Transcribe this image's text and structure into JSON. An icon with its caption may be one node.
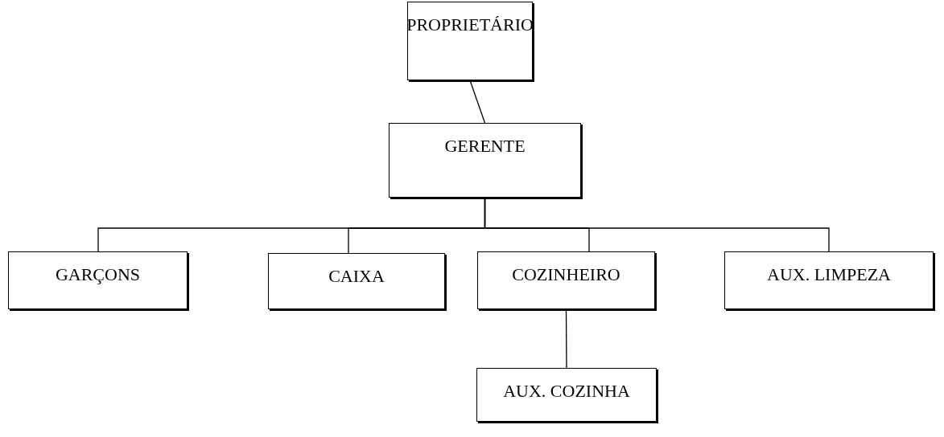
{
  "diagram": {
    "nodes": [
      {
        "text": [
          "PROPRIETÁRIO"
        ]
      },
      {
        "text": [
          "GERENTE"
        ]
      },
      {
        "text": [
          "GARÇONS"
        ]
      },
      {
        "text": [
          "CAIXA"
        ]
      },
      {
        "text": [
          "COZINHEIRO"
        ]
      },
      {
        "text": [
          "AUX. LIMPEZA"
        ]
      },
      {
        "text": [
          "AUX. COZINHA"
        ]
      }
    ],
    "edges": [
      {
        "from": 0,
        "to": 1,
        "arrow": "none"
      },
      {
        "from": 1,
        "to": 2,
        "arrow": "none"
      },
      {
        "from": 1,
        "to": 3,
        "arrow": "none"
      },
      {
        "from": 1,
        "to": 4,
        "arrow": "none"
      },
      {
        "from": 1,
        "to": 5,
        "arrow": "none"
      },
      {
        "from": 4,
        "to": 6,
        "arrow": "none"
      }
    ]
  }
}
